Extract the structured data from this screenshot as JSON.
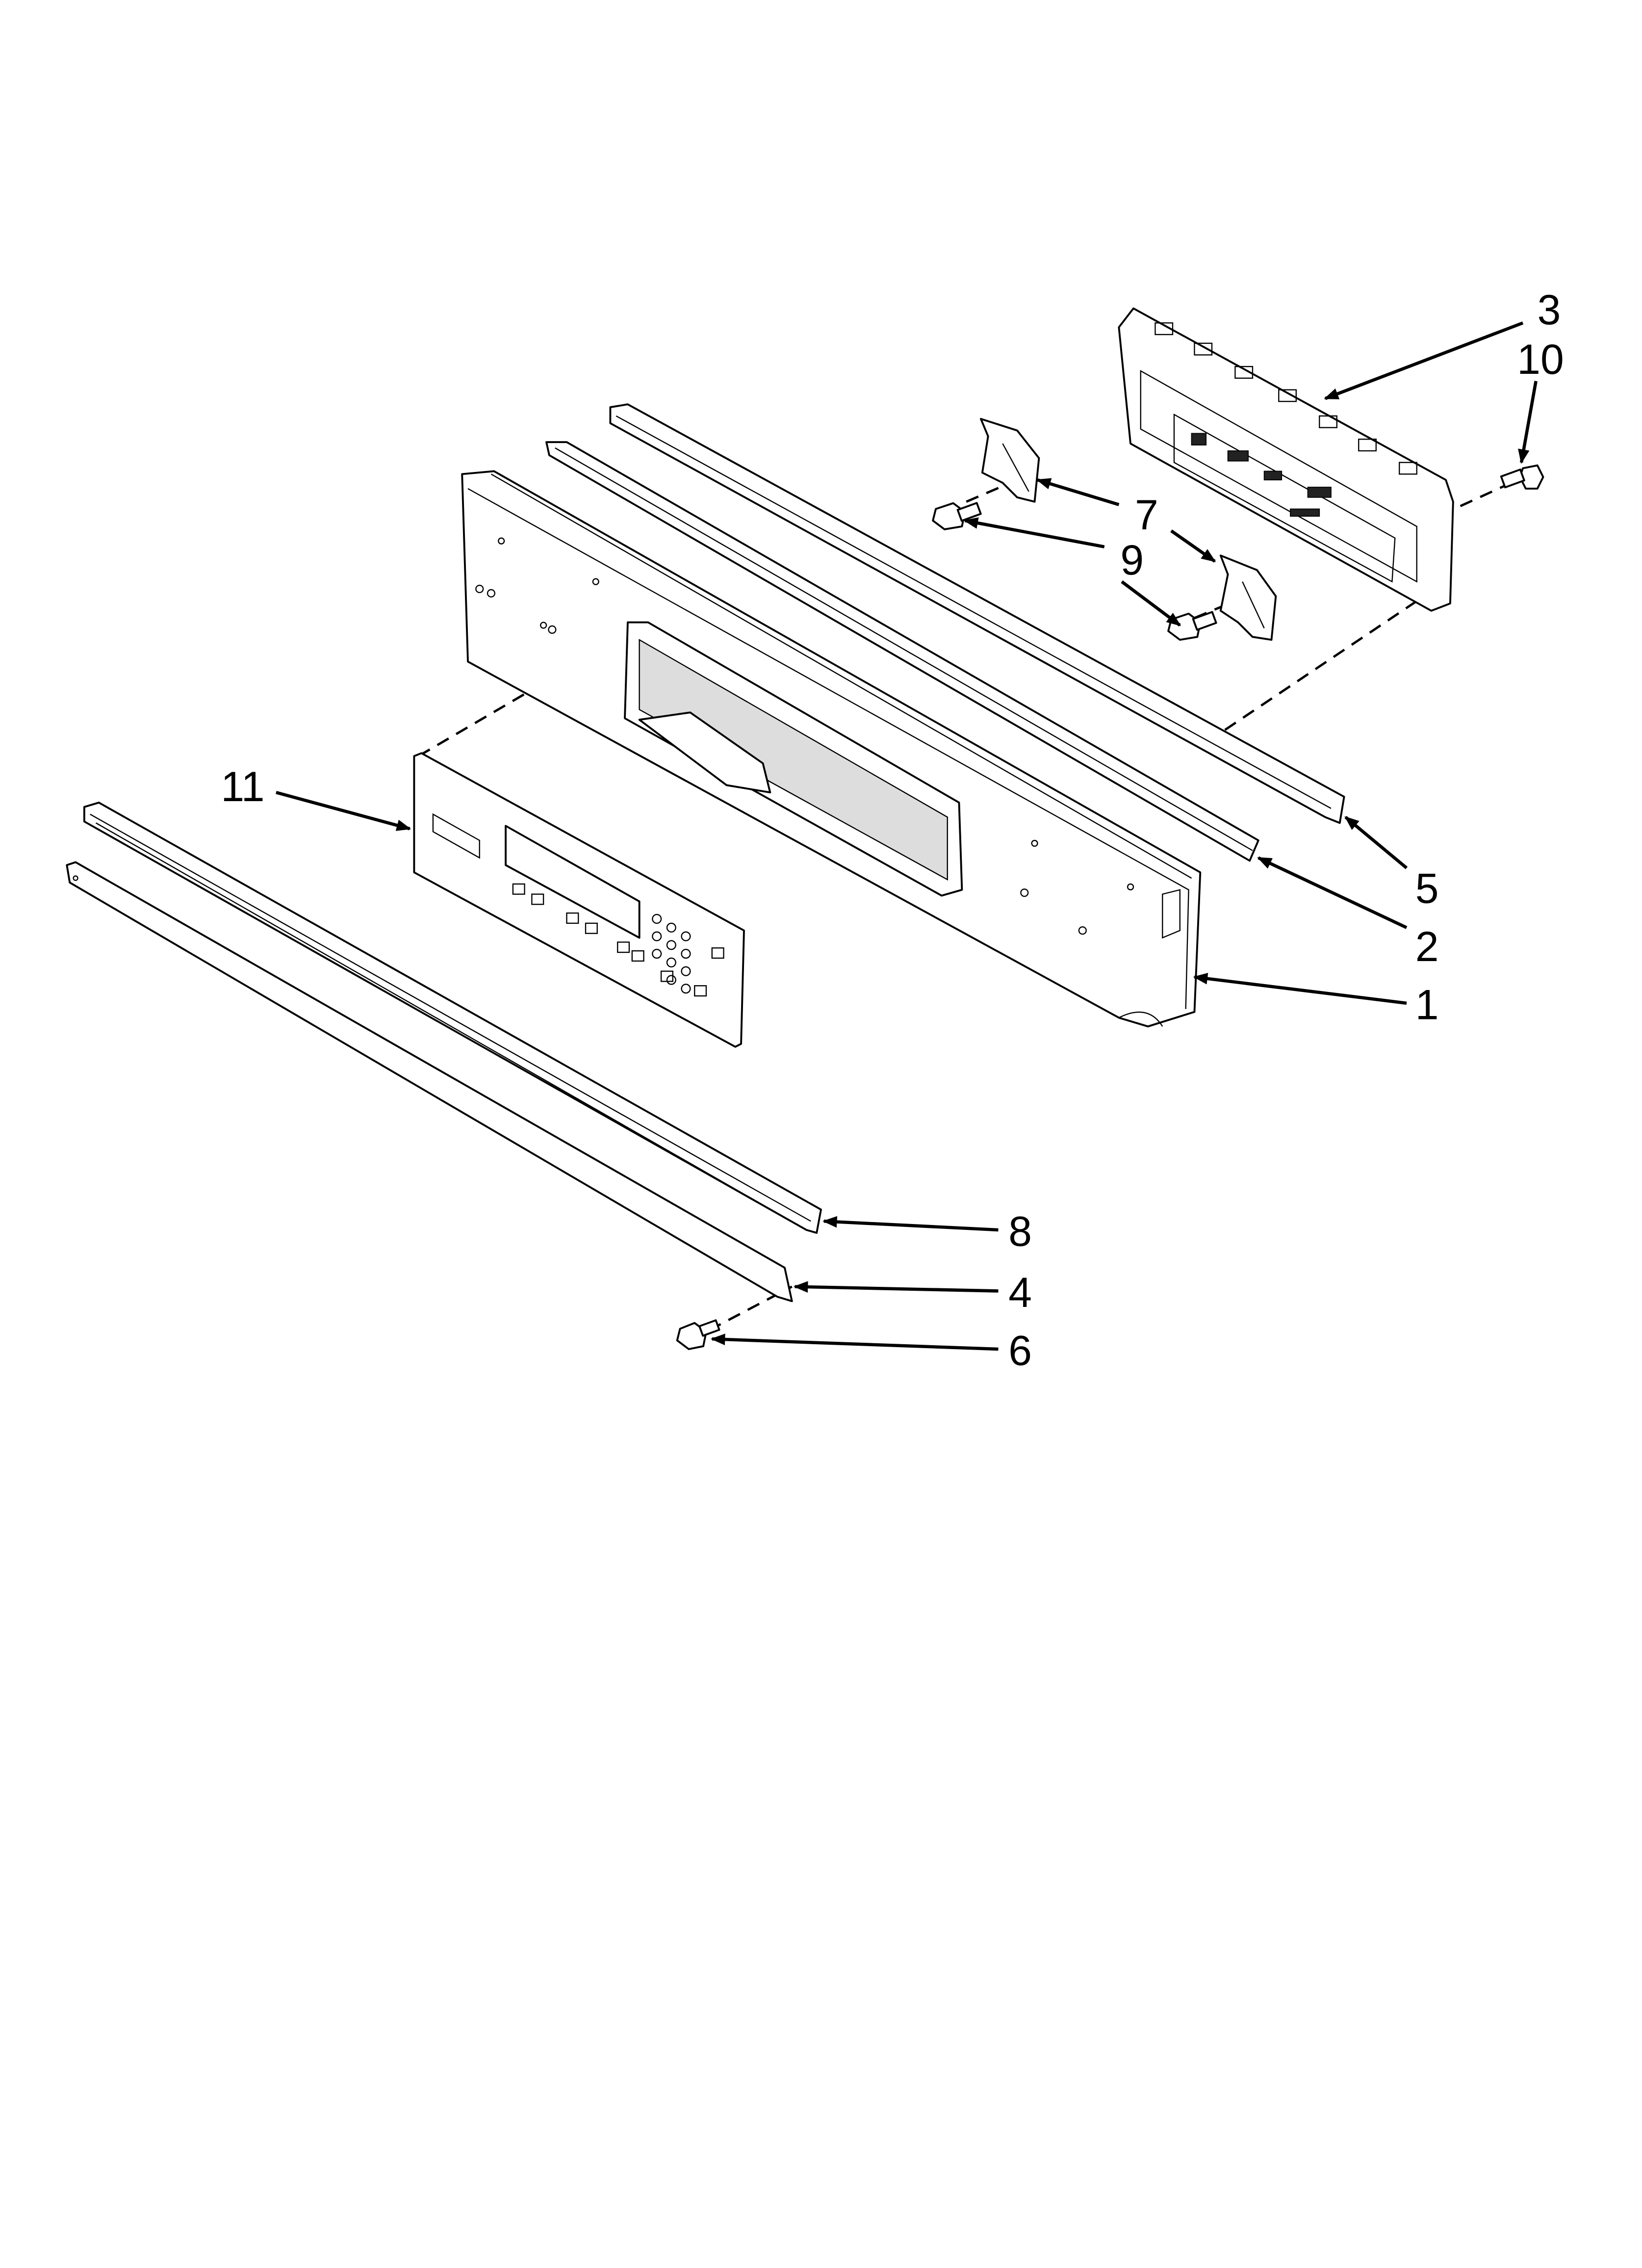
{
  "diagram": {
    "type": "exploded parts diagram",
    "colors": {
      "line": "#000000",
      "background": "#ffffff"
    },
    "callouts": [
      {
        "id": "3",
        "label": "3"
      },
      {
        "id": "10",
        "label": "10"
      },
      {
        "id": "7",
        "label": "7"
      },
      {
        "id": "9",
        "label": "9"
      },
      {
        "id": "11",
        "label": "11"
      },
      {
        "id": "5",
        "label": "5"
      },
      {
        "id": "2",
        "label": "2"
      },
      {
        "id": "1",
        "label": "1"
      },
      {
        "id": "8",
        "label": "8"
      },
      {
        "id": "4",
        "label": "4"
      },
      {
        "id": "6",
        "label": "6"
      }
    ]
  }
}
